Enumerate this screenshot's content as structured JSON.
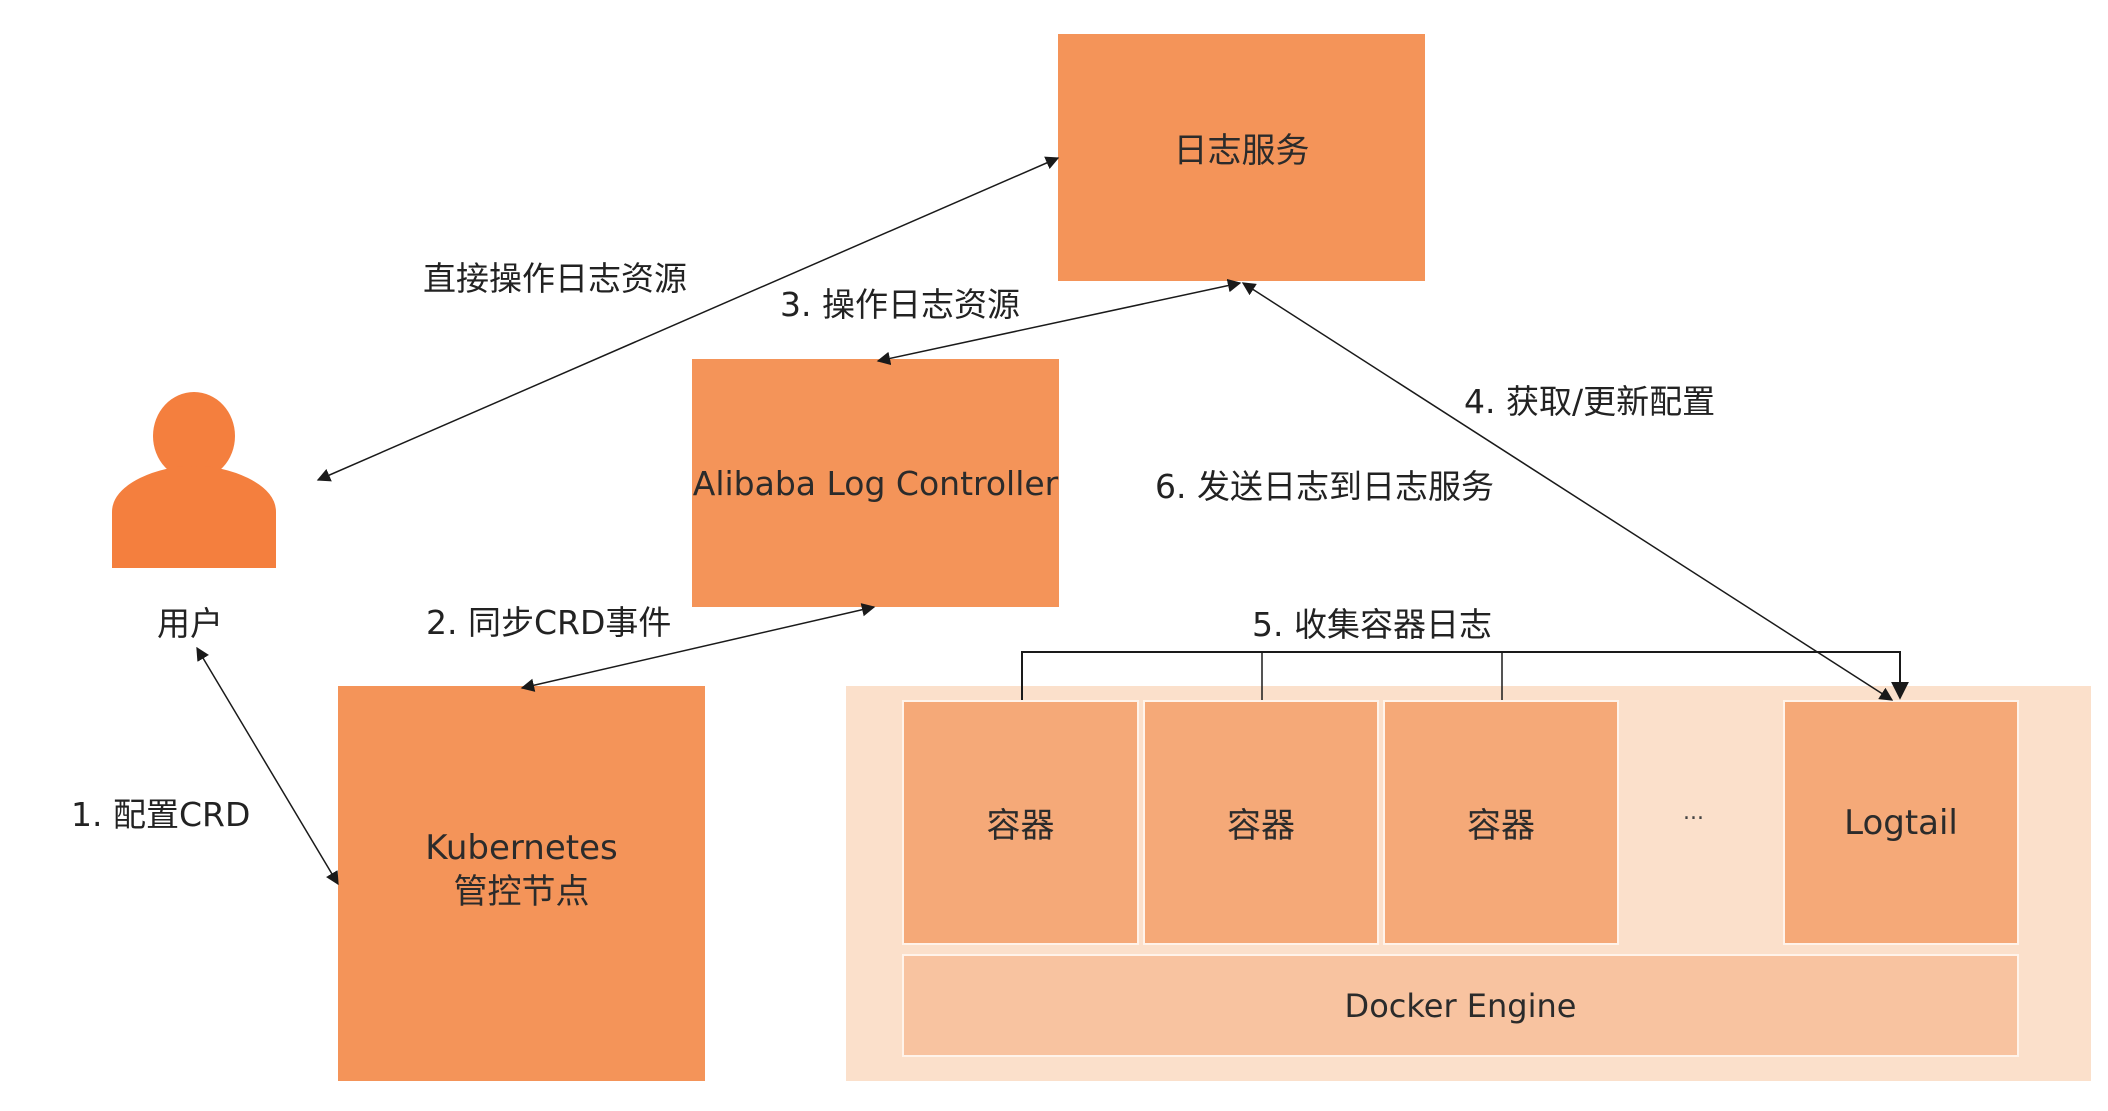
{
  "nodes": {
    "log_service": "日志服务",
    "controller": "Alibaba Log Controller",
    "kubernetes_line1": "Kubernetes",
    "kubernetes_line2": "管控节点",
    "user": "用户",
    "container_1": "容器",
    "container_2": "容器",
    "container_3": "容器",
    "ellipsis": "...",
    "logtail": "Logtail",
    "docker_engine": "Docker Engine"
  },
  "edges": {
    "direct": "直接操作日志资源",
    "step1": "1. 配置CRD",
    "step2": "2. 同步CRD事件",
    "step3": "3. 操作日志资源",
    "step4": "4. 获取/更新配置",
    "step5": "5. 收集容器日志",
    "step6": "6. 发送日志到日志服务"
  },
  "colors": {
    "primary_box": "#f49459",
    "user_icon": "#f47f3e",
    "node_panel": "#fbe0cb",
    "container": "#f5a978",
    "engine": "#f8c3a0"
  }
}
